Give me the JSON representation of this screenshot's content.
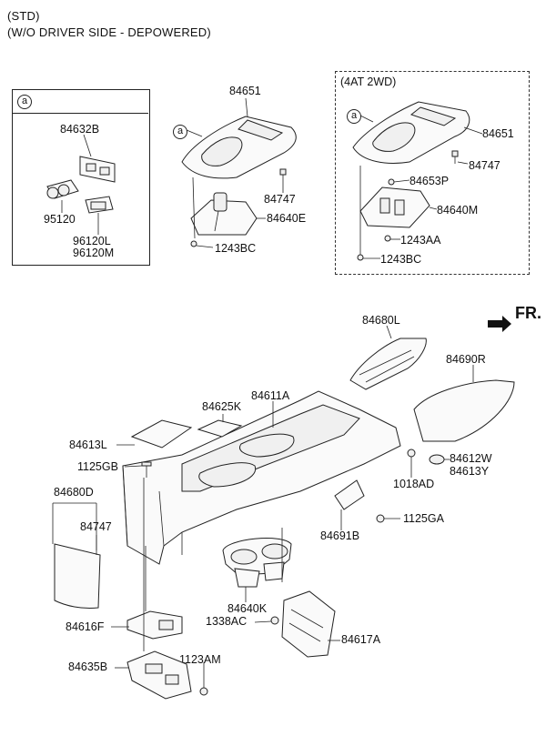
{
  "header": {
    "line1": "(STD)",
    "line2": "(W/O DRIVER SIDE - DEPOWERED)"
  },
  "inset_a": {
    "callout": "a",
    "p1": "84632B",
    "p2": "95120",
    "p3": "96120L",
    "p4": "96120M"
  },
  "std_group": {
    "callout": "a",
    "p1": "84651",
    "p2": "84747",
    "p3": "84640E",
    "p4": "1243BC"
  },
  "awd_group": {
    "title": "(4AT 2WD)",
    "callout": "a",
    "p1": "84651",
    "p2": "84747",
    "p3": "84653P",
    "p4": "84640M",
    "p5": "1243AA",
    "p6": "1243BC"
  },
  "direction": {
    "label": "FR."
  },
  "main": {
    "p84680L": "84680L",
    "p84690R": "84690R",
    "p84611A": "84611A",
    "p84625K": "84625K",
    "p84613L": "84613L",
    "p1125GB": "1125GB",
    "p84680D": "84680D",
    "p84747": "84747",
    "p84612W": "84612W",
    "p84613Y": "84613Y",
    "p1018AD": "1018AD",
    "p1125GA": "1125GA",
    "p84691B": "84691B",
    "p84640K": "84640K",
    "p1338AC": "1338AC",
    "p84616F": "84616F",
    "p84617A": "84617A",
    "p1123AM": "1123AM",
    "p84635B": "84635B"
  }
}
